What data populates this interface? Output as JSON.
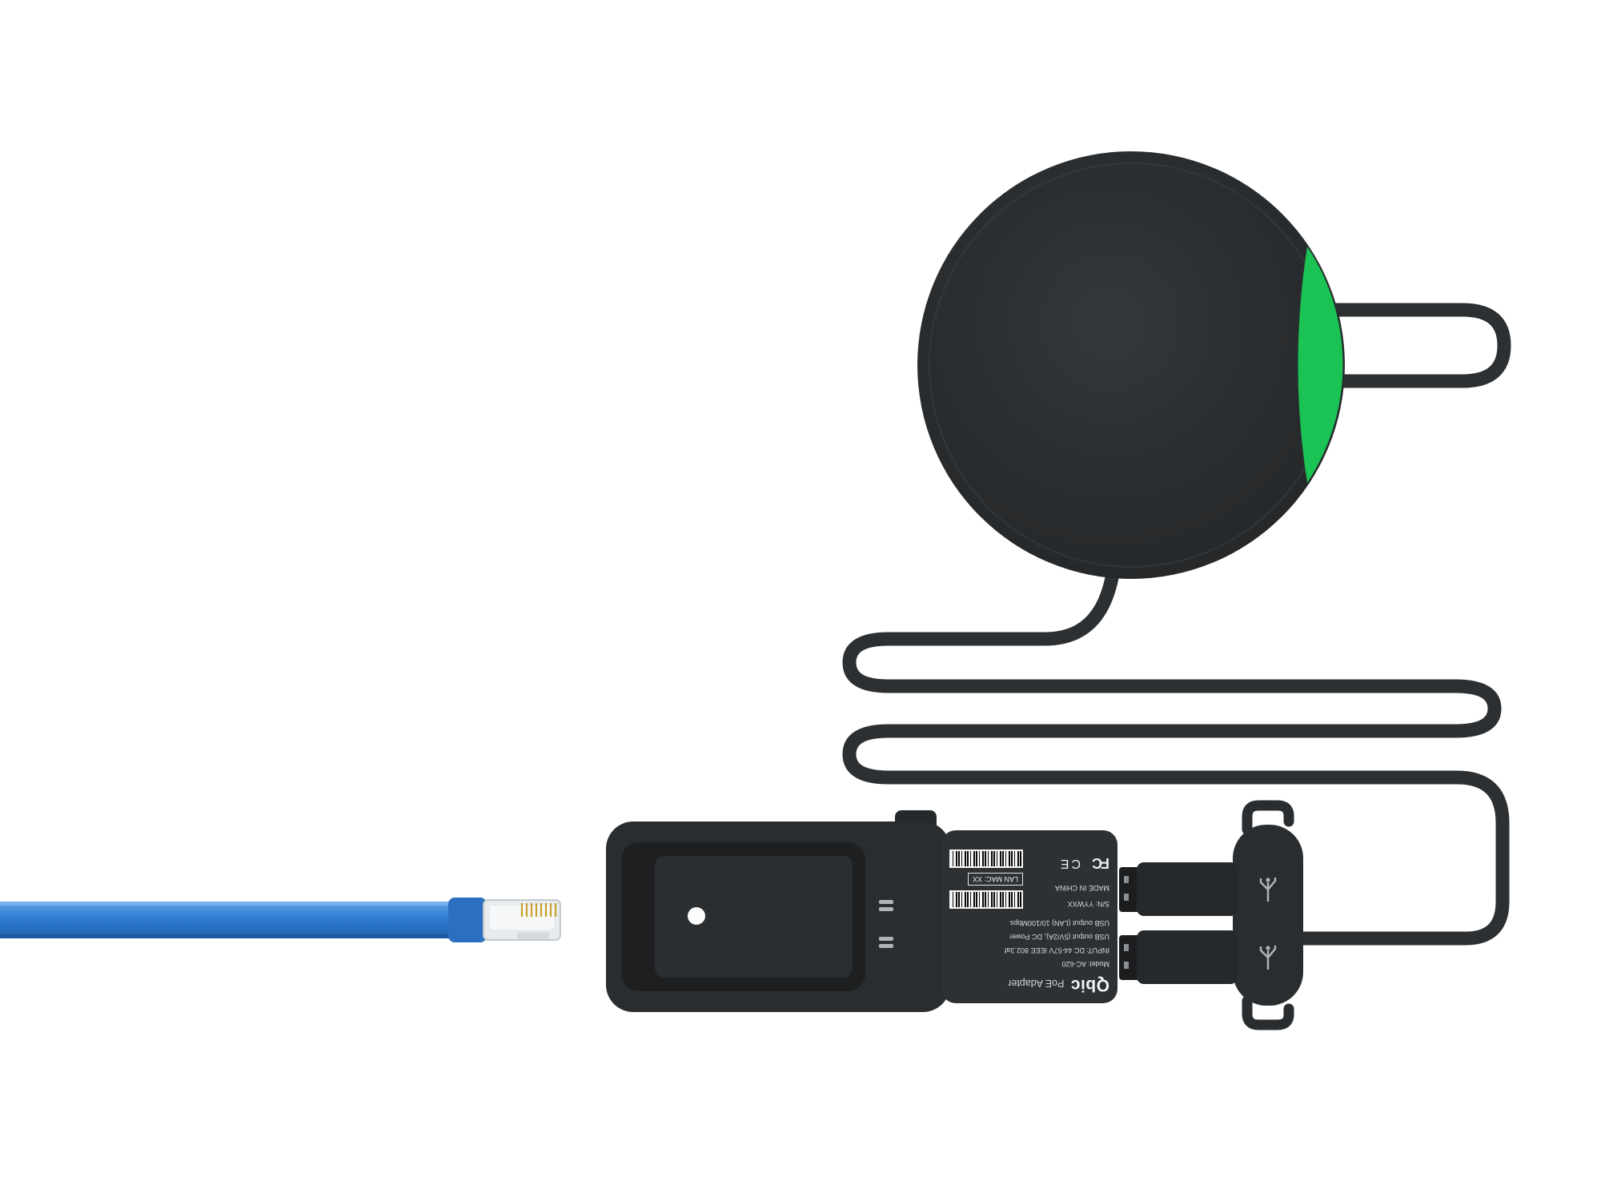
{
  "colors": {
    "background": "#ffffff",
    "device_body": "#2a2d2f",
    "cable": "#2d3032",
    "status_green": "#1ac353",
    "ethernet_blue": "#2f7cd0",
    "label_text": "#e3e6e8"
  },
  "adapter_label": {
    "brand": "Qbic",
    "product": "PoE Adapter",
    "model": "Model: AC-620",
    "input": "INPUT: DC 44-57V IEEE 802.3af",
    "usb_output_power": "USB output (5V/2A), DC Power",
    "usb_output_lan": "USB output (LAN)  10/100Mbps",
    "made_in": "MADE IN CHINA",
    "serial": "S/N: YYWXX",
    "lan_mac": "LAN MAC: XX",
    "fcc_mark": "FC",
    "ce_mark": "CE"
  }
}
